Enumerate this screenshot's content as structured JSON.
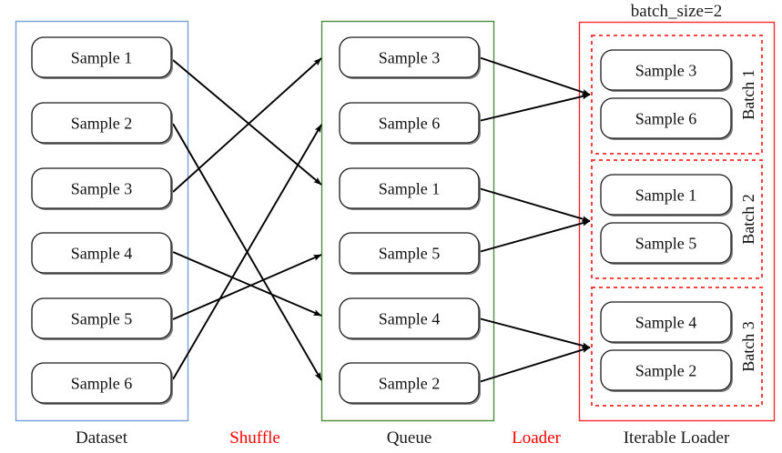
{
  "header": {
    "batch_size_label": "batch_size=2"
  },
  "colors": {
    "dataset_border": "#7a9fd4",
    "queue_border": "#4f8a3f",
    "loader_border": "#fc2a2a",
    "batch_border": "#fc2a2a",
    "accent_red": "#ff0000",
    "node_stroke": "#1a1a1a",
    "edge": "#000000",
    "background": "#ffffff"
  },
  "columns": {
    "dataset": {
      "caption": "Dataset",
      "caption_color": "#1a1a1a",
      "items": [
        {
          "label": "Sample 1"
        },
        {
          "label": "Sample 2"
        },
        {
          "label": "Sample 3"
        },
        {
          "label": "Sample 4"
        },
        {
          "label": "Sample 5"
        },
        {
          "label": "Sample 6"
        }
      ]
    },
    "shuffle": {
      "caption": "Shuffle",
      "caption_color": "#ff0000"
    },
    "queue": {
      "caption": "Queue",
      "caption_color": "#1a1a1a",
      "items": [
        {
          "label": "Sample 3"
        },
        {
          "label": "Sample 6"
        },
        {
          "label": "Sample 1"
        },
        {
          "label": "Sample 5"
        },
        {
          "label": "Sample 4"
        },
        {
          "label": "Sample 2"
        }
      ]
    },
    "loader": {
      "caption": "Loader",
      "caption_color": "#ff0000"
    },
    "iterable_loader": {
      "caption": "Iterable Loader",
      "caption_color": "#1a1a1a",
      "batches": [
        {
          "label": "Batch 1",
          "items": [
            {
              "label": "Sample 3"
            },
            {
              "label": "Sample 6"
            }
          ]
        },
        {
          "label": "Batch 2",
          "items": [
            {
              "label": "Sample 1"
            },
            {
              "label": "Sample 5"
            }
          ]
        },
        {
          "label": "Batch 3",
          "items": [
            {
              "label": "Sample 4"
            },
            {
              "label": "Sample 2"
            }
          ]
        }
      ]
    }
  },
  "edges": {
    "shuffle_map": [
      {
        "from": "Sample 1",
        "to": "Sample 1"
      },
      {
        "from": "Sample 2",
        "to": "Sample 2"
      },
      {
        "from": "Sample 3",
        "to": "Sample 3"
      },
      {
        "from": "Sample 4",
        "to": "Sample 4"
      },
      {
        "from": "Sample 5",
        "to": "Sample 5"
      },
      {
        "from": "Sample 6",
        "to": "Sample 6"
      }
    ],
    "loader_map": [
      {
        "batch": "Batch 1",
        "from": [
          "Sample 3",
          "Sample 6"
        ]
      },
      {
        "batch": "Batch 2",
        "from": [
          "Sample 1",
          "Sample 5"
        ]
      },
      {
        "batch": "Batch 3",
        "from": [
          "Sample 4",
          "Sample 2"
        ]
      }
    ]
  }
}
